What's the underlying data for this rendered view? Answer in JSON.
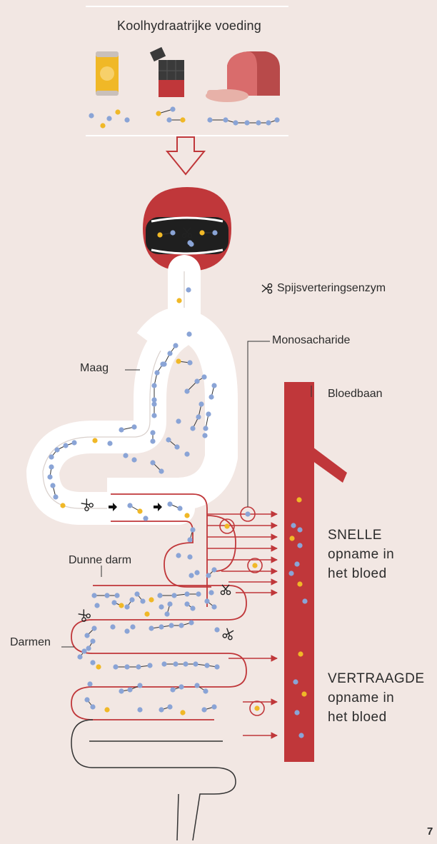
{
  "title": "Koolhydraatrijke voeding",
  "enzyme_label": "Spijsverteringsenzym",
  "labels": {
    "monosaccharide": "Monosacharide",
    "bloodstream": "Bloedbaan",
    "stomach": "Maag",
    "small_intestine": "Dunne darm",
    "intestines": "Darmen"
  },
  "fast_uptake": [
    "SNELLE",
    "opname in",
    "het bloed"
  ],
  "delayed_uptake": [
    "VERTRAAGDE",
    "opname in",
    "het bloed"
  ],
  "page_number": "7",
  "foods": [
    "soda-can",
    "chocolate-bar",
    "bread-loaf"
  ],
  "colors": {
    "background": "#f2e7e3",
    "red": "#c0373a",
    "dark_red": "#8b1f22",
    "blue_molecule": "#8aa4d6",
    "yellow_molecule": "#f0b827",
    "outline": "#333333"
  }
}
